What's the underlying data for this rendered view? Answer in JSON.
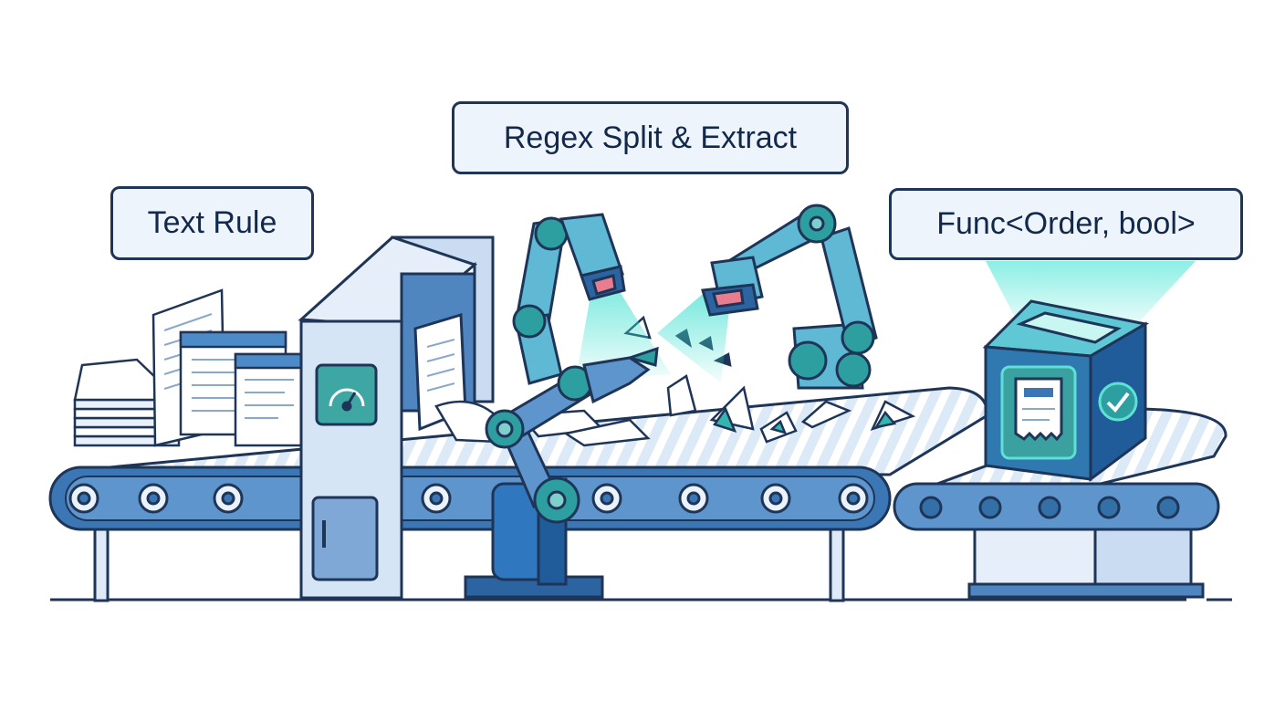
{
  "labels": {
    "text_rule": "Text Rule",
    "regex": "Regex Split & Extract",
    "predicate": "Func<Order, bool>"
  },
  "colors": {
    "outline": "#1f3557",
    "belt": "#3470a8",
    "teal": "#35b5b0",
    "machine": "#d7e6f7",
    "cube": "#2f78b0",
    "label_bg": "#eef4fb"
  },
  "icons": {
    "gauge": "gauge-icon",
    "receipt": "receipt-icon",
    "check": "check-circle-icon"
  }
}
